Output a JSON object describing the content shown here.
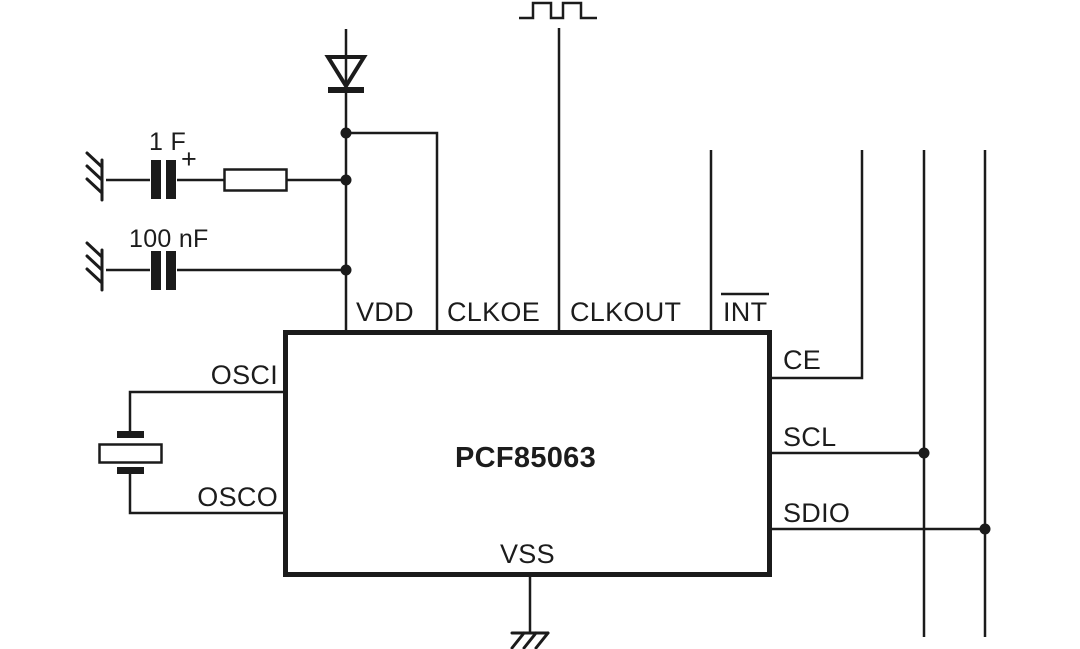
{
  "colors": {
    "ink": "#1b1b1b",
    "background": "#ffffff"
  },
  "chip": {
    "part_label": "PCF85063"
  },
  "pins": {
    "vdd": "VDD",
    "clkoe": "CLKOE",
    "clkout": "CLKOUT",
    "int": "INT",
    "ce": "CE",
    "scl": "SCL",
    "sdio": "SDIO",
    "osci": "OSCI",
    "osco": "OSCO",
    "vss": "VSS"
  },
  "components": {
    "backup_capacitor": {
      "value": "1 F",
      "polarity_mark": "+",
      "symbol": "polarized-capacitor"
    },
    "decoupling_capacitor": {
      "value": "100 nF",
      "symbol": "capacitor"
    },
    "diode": {
      "symbol": "diode"
    },
    "series_resistor": {
      "symbol": "resistor"
    },
    "quartz_crystal": {
      "symbol": "quartz-crystal"
    },
    "clock_signal": {
      "symbol": "square-wave"
    },
    "ground_symbol_count": 3,
    "junction_dot_count": 5
  }
}
